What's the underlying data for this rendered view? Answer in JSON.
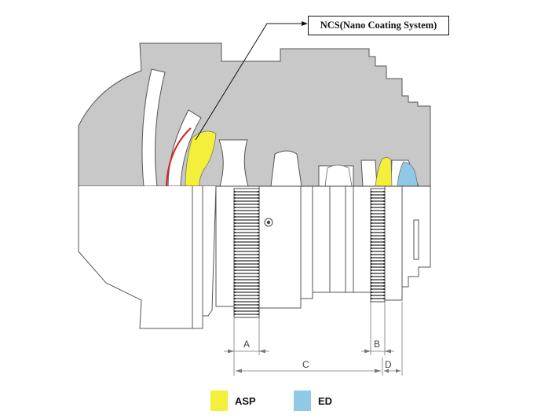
{
  "callout": {
    "label": "NCS(Nano Coating System)"
  },
  "dimensions": {
    "a": "A",
    "b": "B",
    "c": "C",
    "d": "D"
  },
  "legend": [
    {
      "label": "ASP",
      "color": "#f3ef3a"
    },
    {
      "label": "ED",
      "color": "#8fc9e6"
    }
  ],
  "colors": {
    "body_gray": "#c8c8c8",
    "outline": "#555555",
    "ncs_coating": "#d61f1f"
  }
}
